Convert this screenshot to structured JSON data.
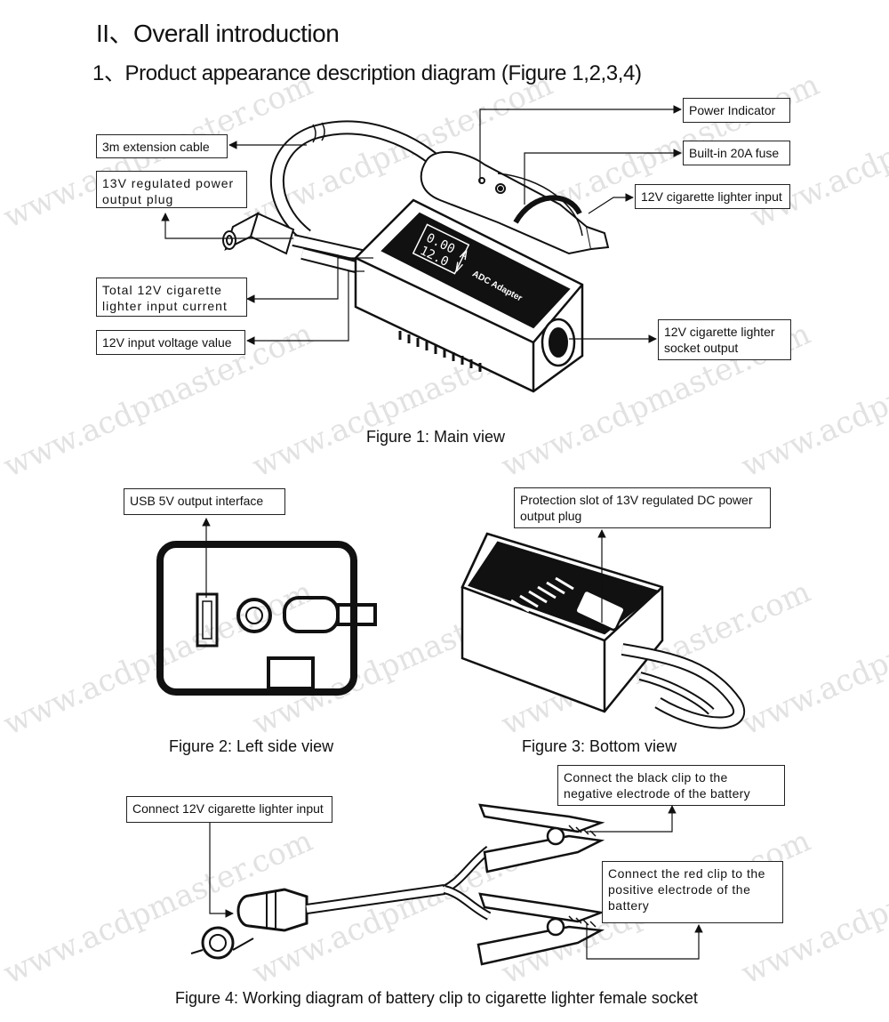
{
  "heading": "II、Overall introduction",
  "subheading": "1、Product appearance description diagram (Figure 1,2,3,4)",
  "watermark": "www.acdpmaster.com",
  "figure1": {
    "caption": "Figure 1: Main view",
    "labels": {
      "extension_cable": "3m extension cable",
      "output_plug": "13V regulated power output plug",
      "total_current": "Total 12V cigarette lighter input current",
      "input_voltage": "12V input voltage value",
      "power_indicator": "Power Indicator",
      "fuse": "Built-in 20A fuse",
      "lighter_input": "12V cigarette lighter input",
      "socket_output": "12V cigarette lighter socket output"
    },
    "display": {
      "top": "0.00",
      "bottom": "12.0",
      "unit_top": "A",
      "unit_bottom": "V",
      "device_name": "ADC Adapter"
    }
  },
  "figure2": {
    "caption": "Figure 2: Left side view",
    "labels": {
      "usb_output": "USB 5V output interface"
    }
  },
  "figure3": {
    "caption": "Figure 3: Bottom view",
    "labels": {
      "protection_slot": "Protection slot of 13V regulated DC power output plug"
    }
  },
  "figure4": {
    "caption": "Figure 4: Working diagram of battery clip to cigarette lighter female socket",
    "labels": {
      "connect_input": "Connect 12V cigarette lighter input",
      "black_clip": "Connect the black clip to the negative electrode of the battery",
      "red_clip": "Connect the red clip to the positive electrode of the battery"
    }
  }
}
